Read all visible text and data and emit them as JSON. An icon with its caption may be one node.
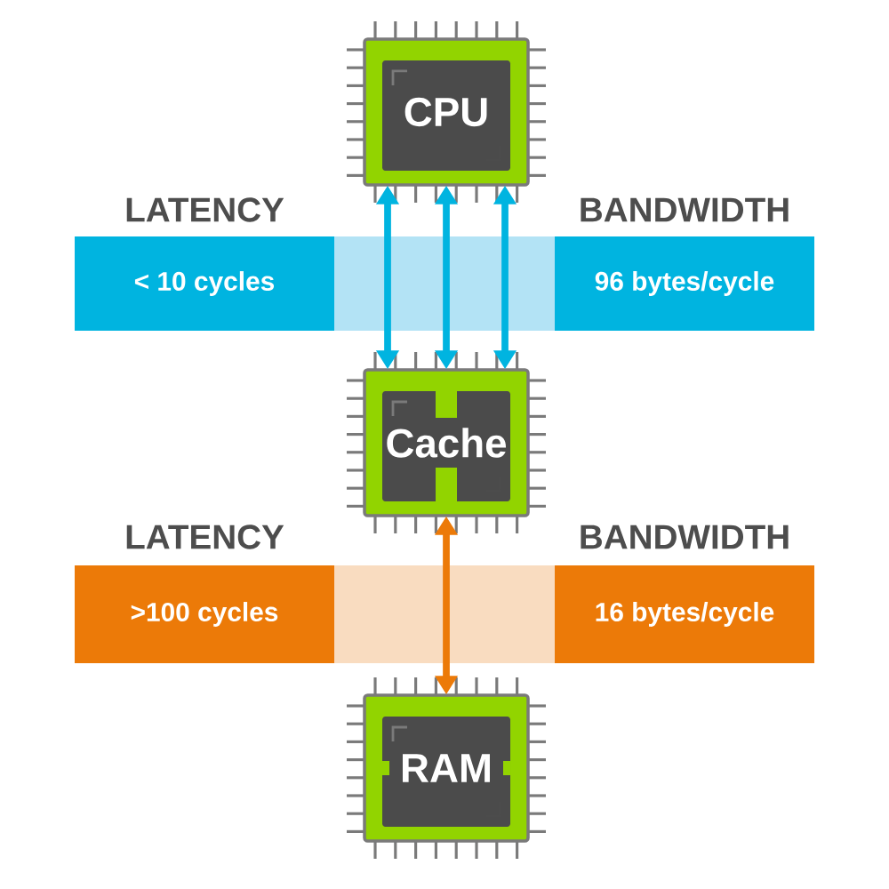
{
  "diagram": {
    "nodes": [
      {
        "text": [
          "CPU"
        ]
      },
      {
        "text": [
          "< 10 cycles"
        ]
      },
      {
        "text": [
          "96 bytes/cycle"
        ]
      },
      {
        "text": [
          "Cache"
        ]
      },
      {
        "text": [
          ">100 cycles"
        ]
      },
      {
        "text": [
          "16 bytes/cycle"
        ]
      },
      {
        "text": [
          "RAM"
        ]
      }
    ],
    "edges": [
      {
        "from": 0,
        "to": 3,
        "arrow": "both"
      },
      {
        "from": 0,
        "to": 3,
        "arrow": "both"
      },
      {
        "from": 0,
        "to": 3,
        "arrow": "both"
      },
      {
        "from": 3,
        "to": 6,
        "arrow": "both",
        "color": "#ec7a08"
      }
    ],
    "labels": [
      "LATENCY",
      "BANDWIDTH",
      "LATENCY",
      "BANDWIDTH"
    ]
  }
}
